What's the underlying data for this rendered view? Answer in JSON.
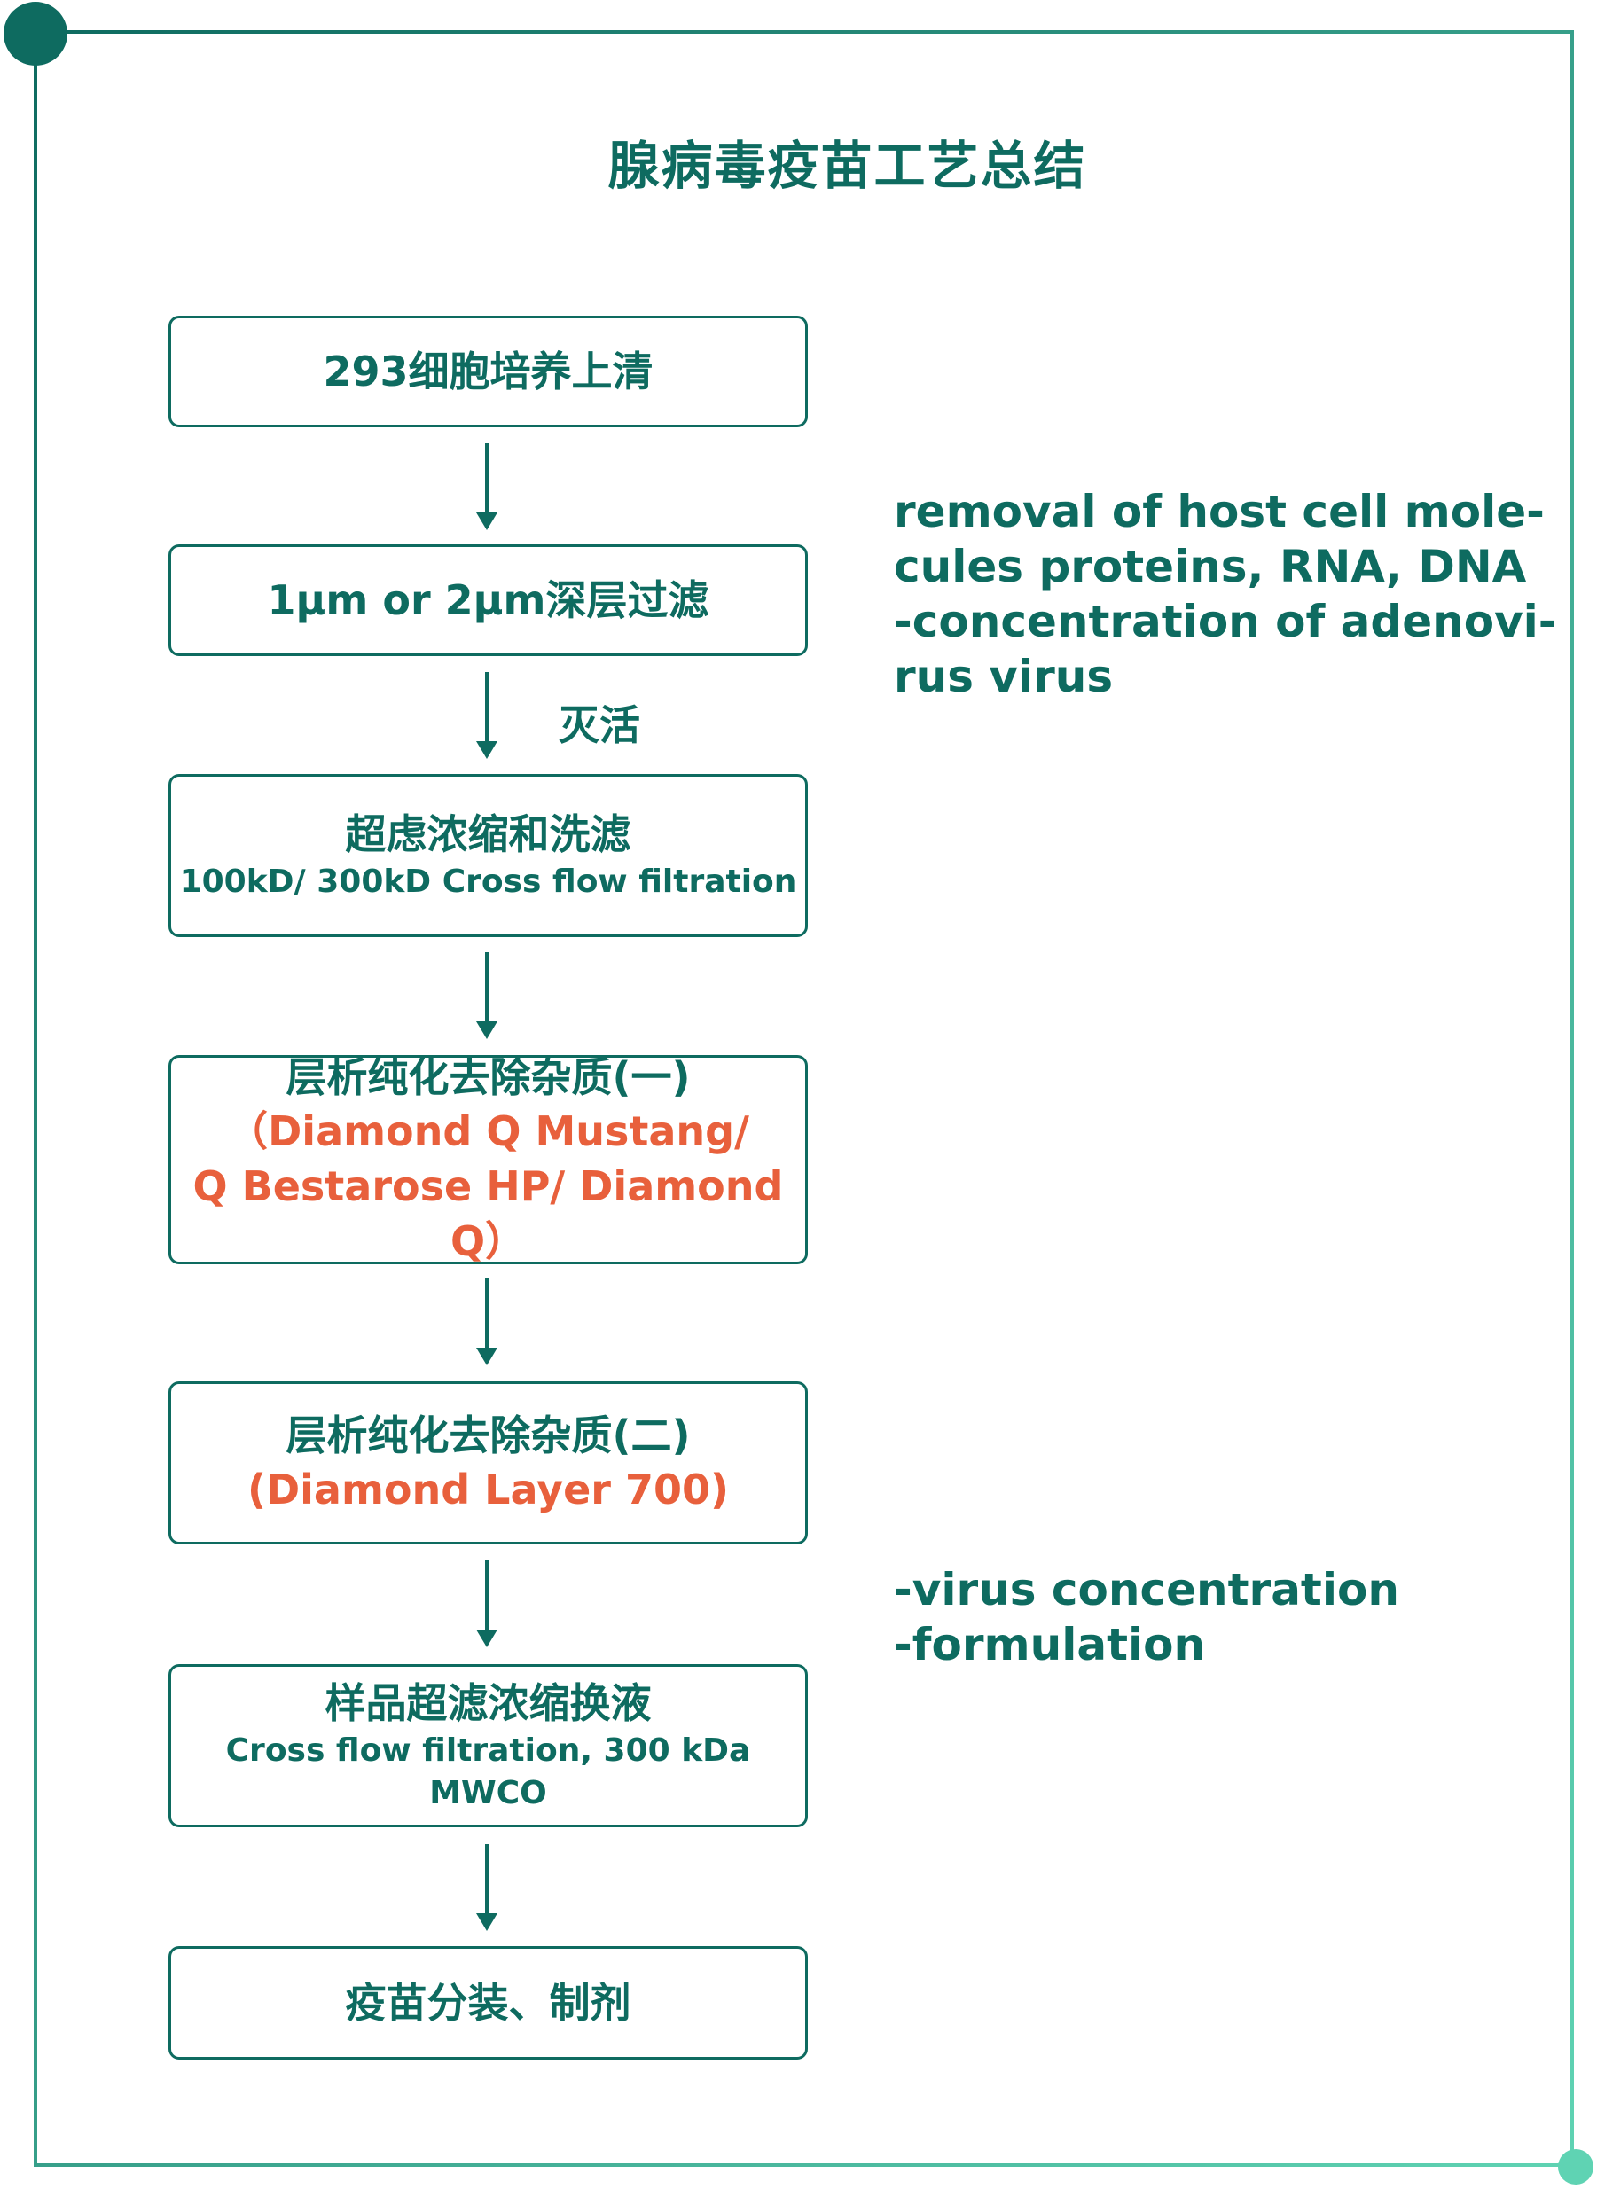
{
  "colors": {
    "primary": "#0e6b60",
    "accent_orange": "#e8603c",
    "dot_top_left": "#0e6b60",
    "dot_bottom_right": "#5fd3b3"
  },
  "title": "腺病毒疫苗工艺总结",
  "steps": [
    {
      "main": "293细胞培养上清"
    },
    {
      "main": "1μm or 2μm深层过滤"
    },
    {
      "main": "超虑浓缩和洗滤",
      "sub": "100kD/ 300kD Cross flow filtration"
    },
    {
      "main": "层析纯化去除杂质(一)",
      "orange_lines": [
        "（Diamond Q Mustang/",
        "Q Bestarose HP/ Diamond Q）"
      ]
    },
    {
      "main": "层析纯化去除杂质(二)",
      "orange_lines": [
        "(Diamond Layer 700)"
      ]
    },
    {
      "main": "样品超滤浓缩换液",
      "sub": "Cross flow filtration, 300 kDa MWCO"
    },
    {
      "main": "疫苗分装、制剂"
    }
  ],
  "arrow_labels": {
    "inactivation": "灭活"
  },
  "notes": {
    "upper": [
      "removal of host cell mole-",
      "cules proteins, RNA, DNA",
      "-concentration of adenovi-",
      "rus virus"
    ],
    "lower": [
      "-virus concentration",
      "-formulation"
    ]
  }
}
